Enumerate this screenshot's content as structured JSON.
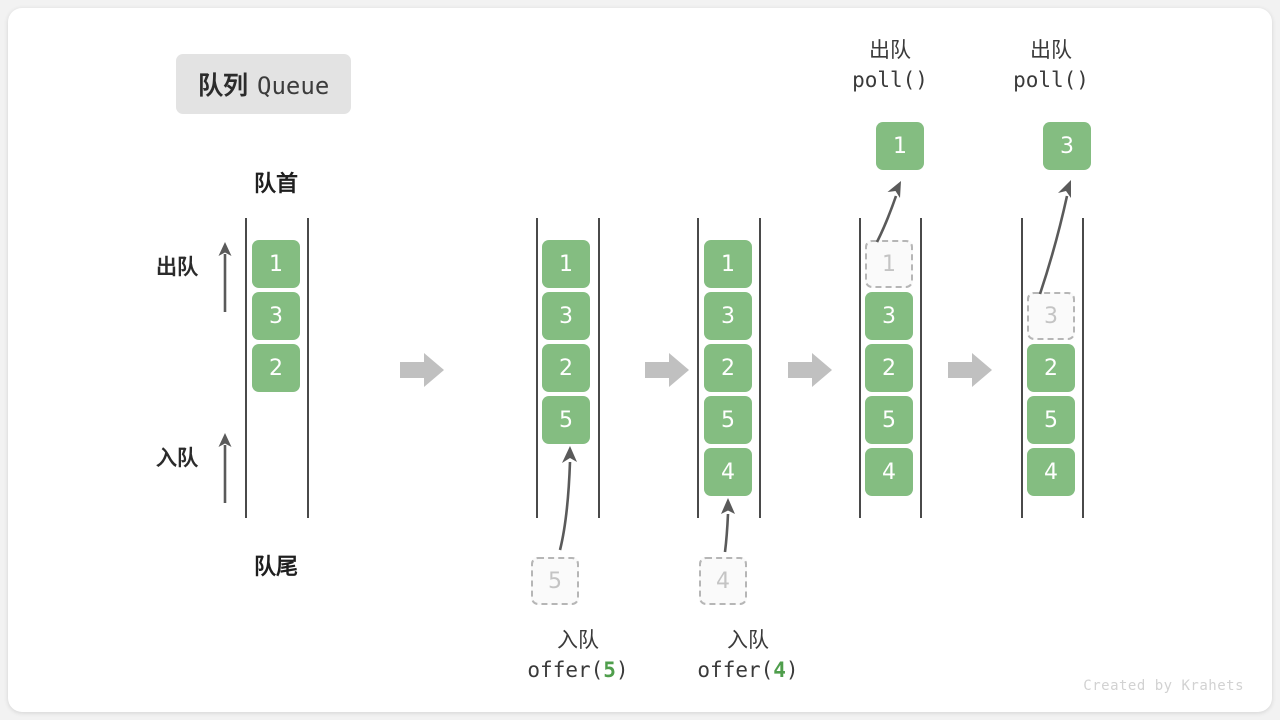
{
  "title": {
    "cn": "队列",
    "en": "Queue"
  },
  "labels": {
    "head": "队首",
    "tail": "队尾",
    "dequeue_side": "出队",
    "enqueue_side": "入队"
  },
  "captions": {
    "offer5": {
      "cn": "入队",
      "fn_pre": "offer(",
      "arg": "5",
      "fn_post": ")"
    },
    "offer4": {
      "cn": "入队",
      "fn_pre": "offer(",
      "arg": "4",
      "fn_post": ")"
    },
    "poll1": {
      "cn": "出队",
      "fn": "poll()"
    },
    "poll2": {
      "cn": "出队",
      "fn": "poll()"
    }
  },
  "columns": [
    {
      "name": "initial",
      "slots": [
        "1",
        "3",
        "2",
        "",
        ""
      ],
      "states": [
        "solid",
        "solid",
        "solid",
        "empty",
        "empty"
      ]
    },
    {
      "name": "after-offer5",
      "slots": [
        "1",
        "3",
        "2",
        "5",
        ""
      ],
      "states": [
        "solid",
        "solid",
        "solid",
        "solid",
        "empty"
      ]
    },
    {
      "name": "after-offer4",
      "slots": [
        "1",
        "3",
        "2",
        "5",
        "4"
      ],
      "states": [
        "solid",
        "solid",
        "solid",
        "solid",
        "solid"
      ]
    },
    {
      "name": "after-poll1",
      "slots": [
        "1",
        "3",
        "2",
        "5",
        "4"
      ],
      "states": [
        "ghost",
        "solid",
        "solid",
        "solid",
        "solid"
      ]
    },
    {
      "name": "after-poll2",
      "slots": [
        "",
        "3",
        "2",
        "5",
        "4"
      ],
      "states": [
        "empty",
        "ghost",
        "solid",
        "solid",
        "solid"
      ]
    }
  ],
  "incoming": [
    {
      "name": "incoming-5",
      "value": "5"
    },
    {
      "name": "incoming-4",
      "value": "4"
    }
  ],
  "outgoing": [
    {
      "name": "outgoing-1",
      "value": "1"
    },
    {
      "name": "outgoing-3",
      "value": "3"
    }
  ],
  "colors": {
    "element_green": "#84bd81",
    "ghost_border": "#b6b6b6",
    "rail": "#4a4a4a",
    "step_arrow": "#c0c0c0",
    "accent_text": "#4f9e4c"
  },
  "footer": "Created by Krahets"
}
